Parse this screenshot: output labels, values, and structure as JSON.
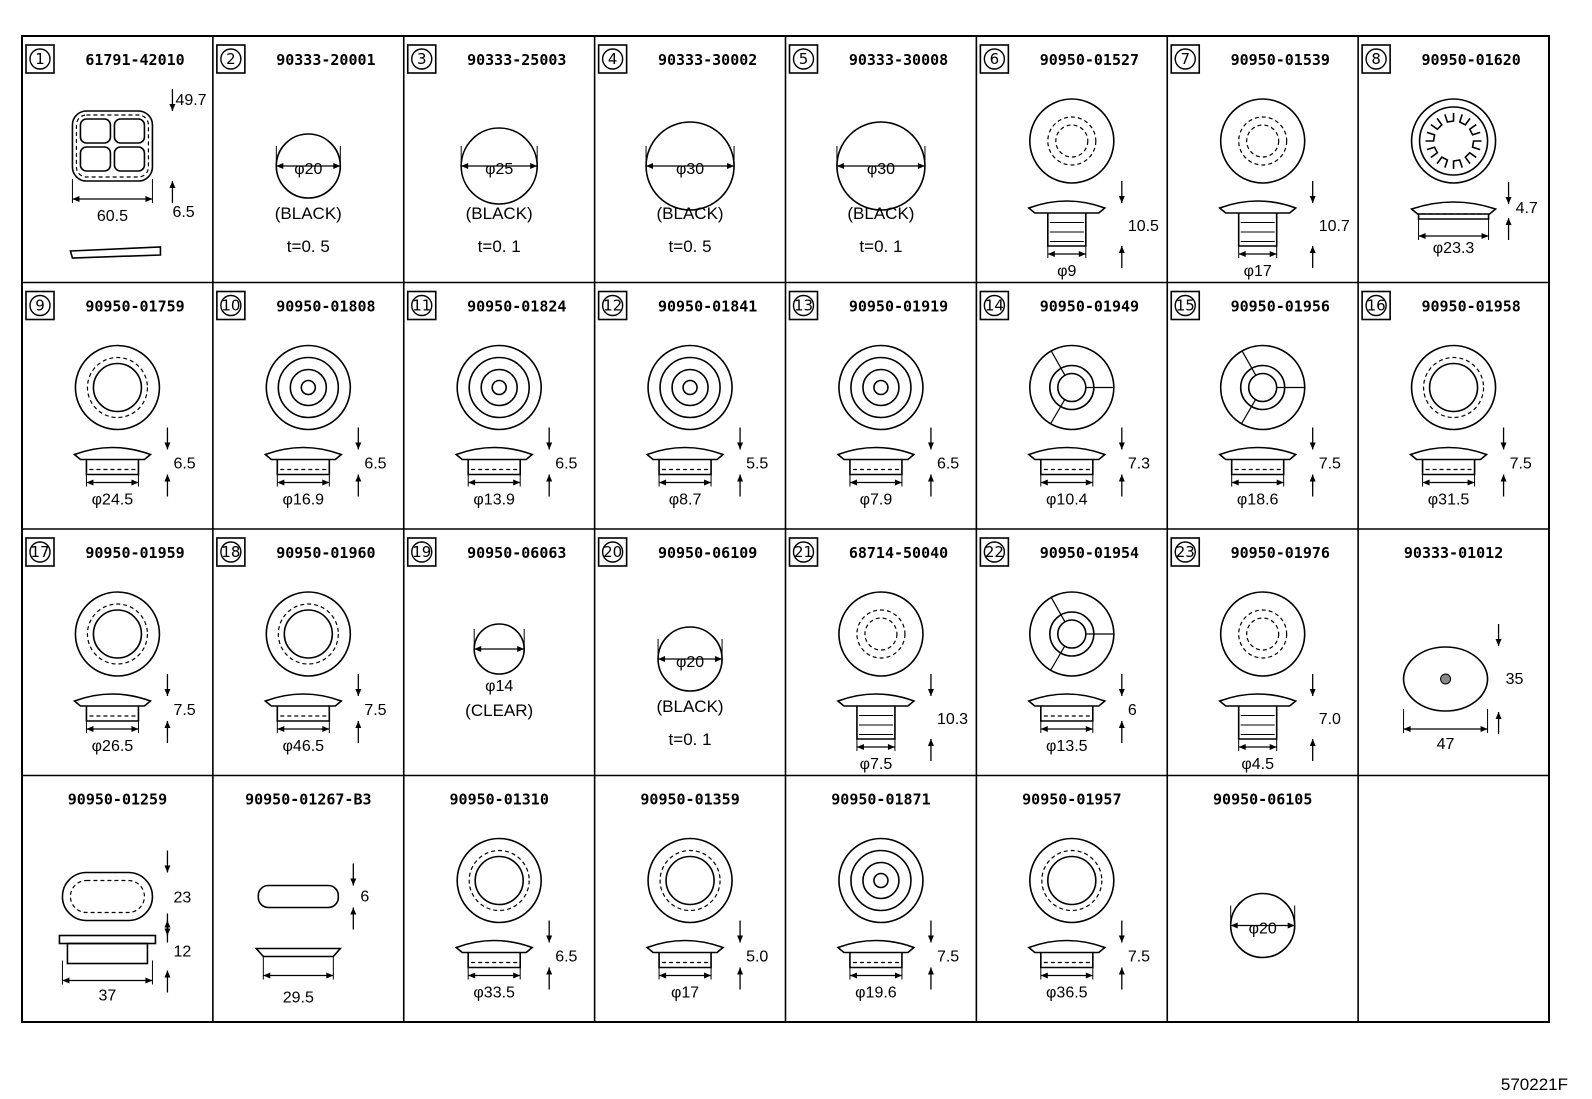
{
  "cells": [
    {
      "num": "1",
      "part": "61791-42010",
      "kind": "rect4",
      "dims": [
        "49.7",
        "60.5",
        "6.5"
      ],
      "notes": []
    },
    {
      "num": "2",
      "part": "90333-20001",
      "kind": "disc",
      "dims": [
        "φ20"
      ],
      "notes": [
        "(BLACK)",
        "t=0. 5"
      ]
    },
    {
      "num": "3",
      "part": "90333-25003",
      "kind": "disc",
      "dims": [
        "φ25"
      ],
      "notes": [
        "(BLACK)",
        "t=0. 1"
      ]
    },
    {
      "num": "4",
      "part": "90333-30002",
      "kind": "disc",
      "dims": [
        "φ30"
      ],
      "notes": [
        "(BLACK)",
        "t=0. 5"
      ]
    },
    {
      "num": "5",
      "part": "90333-30008",
      "kind": "disc",
      "dims": [
        "φ30"
      ],
      "notes": [
        "(BLACK)",
        "t=0. 1"
      ]
    },
    {
      "num": "6",
      "part": "90950-01527",
      "kind": "plugtall",
      "dims": [
        "10.5",
        "φ9"
      ],
      "notes": []
    },
    {
      "num": "7",
      "part": "90950-01539",
      "kind": "plugtall",
      "dims": [
        "10.7",
        "φ17"
      ],
      "notes": []
    },
    {
      "num": "8",
      "part": "90950-01620",
      "kind": "gear",
      "dims": [
        "4.7",
        "φ23.3"
      ],
      "notes": []
    },
    {
      "num": "9",
      "part": "90950-01759",
      "kind": "ring",
      "dims": [
        "6.5",
        "φ24.5"
      ],
      "notes": []
    },
    {
      "num": "10",
      "part": "90950-01808",
      "kind": "rings",
      "dims": [
        "6.5",
        "φ16.9"
      ],
      "notes": []
    },
    {
      "num": "11",
      "part": "90950-01824",
      "kind": "rings",
      "dims": [
        "6.5",
        "φ13.9"
      ],
      "notes": []
    },
    {
      "num": "12",
      "part": "90950-01841",
      "kind": "rings",
      "dims": [
        "5.5",
        "φ8.7"
      ],
      "notes": []
    },
    {
      "num": "13",
      "part": "90950-01919",
      "kind": "rings",
      "dims": [
        "6.5",
        "φ7.9"
      ],
      "notes": []
    },
    {
      "num": "14",
      "part": "90950-01949",
      "kind": "split",
      "dims": [
        "7.3",
        "φ10.4"
      ],
      "notes": []
    },
    {
      "num": "15",
      "part": "90950-01956",
      "kind": "split",
      "dims": [
        "7.5",
        "φ18.6"
      ],
      "notes": []
    },
    {
      "num": "16",
      "part": "90950-01958",
      "kind": "ring",
      "dims": [
        "7.5",
        "φ31.5"
      ],
      "notes": []
    },
    {
      "num": "17",
      "part": "90950-01959",
      "kind": "ring",
      "dims": [
        "7.5",
        "φ26.5"
      ],
      "notes": []
    },
    {
      "num": "18",
      "part": "90950-01960",
      "kind": "ring",
      "dims": [
        "7.5",
        "φ46.5"
      ],
      "notes": []
    },
    {
      "num": "19",
      "part": "90950-06063",
      "kind": "smalldisc",
      "dims": [
        "φ14"
      ],
      "notes": [
        "(CLEAR)"
      ]
    },
    {
      "num": "20",
      "part": "90950-06109",
      "kind": "disc",
      "dims": [
        "φ20"
      ],
      "notes": [
        "(BLACK)",
        "t=0. 1"
      ]
    },
    {
      "num": "21",
      "part": "68714-50040",
      "kind": "plugtall",
      "dims": [
        "10.3",
        "φ7.5"
      ],
      "notes": []
    },
    {
      "num": "22",
      "part": "90950-01954",
      "kind": "split",
      "dims": [
        "6",
        "φ13.5"
      ],
      "notes": []
    },
    {
      "num": "23",
      "part": "90950-01976",
      "kind": "plugtall",
      "dims": [
        "7.0",
        "φ4.5"
      ],
      "notes": []
    },
    {
      "num": "",
      "part": "90333-01012",
      "kind": "oval",
      "dims": [
        "35",
        "47"
      ],
      "notes": []
    },
    {
      "num": "",
      "part": "90950-01259",
      "kind": "slot",
      "dims": [
        "23",
        "12",
        "37"
      ],
      "notes": []
    },
    {
      "num": "",
      "part": "90950-01267-B3",
      "kind": "bar",
      "dims": [
        "6",
        "29.5"
      ],
      "notes": []
    },
    {
      "num": "",
      "part": "90950-01310",
      "kind": "ring",
      "dims": [
        "6.5",
        "φ33.5"
      ],
      "notes": []
    },
    {
      "num": "",
      "part": "90950-01359",
      "kind": "ring",
      "dims": [
        "5.0",
        "φ17"
      ],
      "notes": []
    },
    {
      "num": "",
      "part": "90950-01871",
      "kind": "rings",
      "dims": [
        "7.5",
        "φ19.6"
      ],
      "notes": []
    },
    {
      "num": "",
      "part": "90950-01957",
      "kind": "ring",
      "dims": [
        "7.5",
        "φ36.5"
      ],
      "notes": []
    },
    {
      "num": "",
      "part": "90950-06105",
      "kind": "disc",
      "dims": [
        "φ20"
      ],
      "notes": []
    },
    {
      "num": "",
      "part": "",
      "kind": "empty",
      "dims": [],
      "notes": []
    }
  ],
  "footer": "570221F"
}
